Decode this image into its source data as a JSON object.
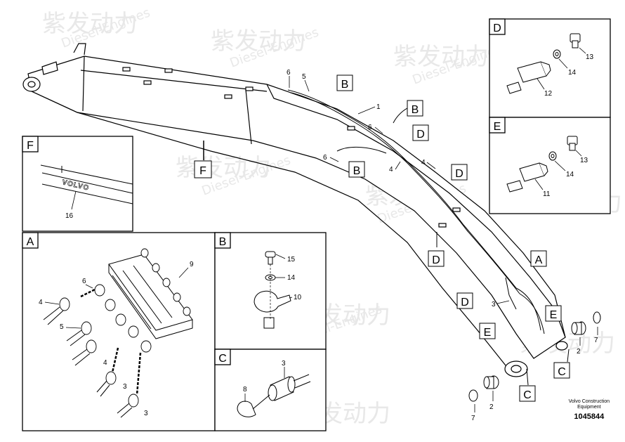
{
  "watermark": {
    "brand_cn": "紫发动力",
    "brand_en": "Diesel-Engines"
  },
  "callouts": {
    "B": "B",
    "D": "D",
    "F": "F",
    "A": "A",
    "E": "E",
    "C": "C"
  },
  "panels": {
    "A": {
      "label": "A",
      "parts": [
        "9",
        "6",
        "4",
        "5",
        "4",
        "3",
        "3"
      ]
    },
    "B": {
      "label": "B",
      "parts": [
        "15",
        "14",
        "10"
      ]
    },
    "C": {
      "label": "C",
      "parts": [
        "3",
        "8"
      ]
    },
    "D": {
      "label": "D",
      "parts": [
        "13",
        "14",
        "12"
      ]
    },
    "E": {
      "label": "E",
      "parts": [
        "13",
        "14",
        "11"
      ]
    },
    "F": {
      "label": "F",
      "parts": [
        "16"
      ],
      "logo": "VOLVO"
    }
  },
  "main_parts": [
    "6",
    "5",
    "1",
    "6",
    "6",
    "4",
    "4",
    "3",
    "2",
    "7",
    "2",
    "7"
  ],
  "footer": {
    "brand_line1": "Volvo Construction",
    "brand_line2": "Equipment",
    "code": "1045844"
  }
}
